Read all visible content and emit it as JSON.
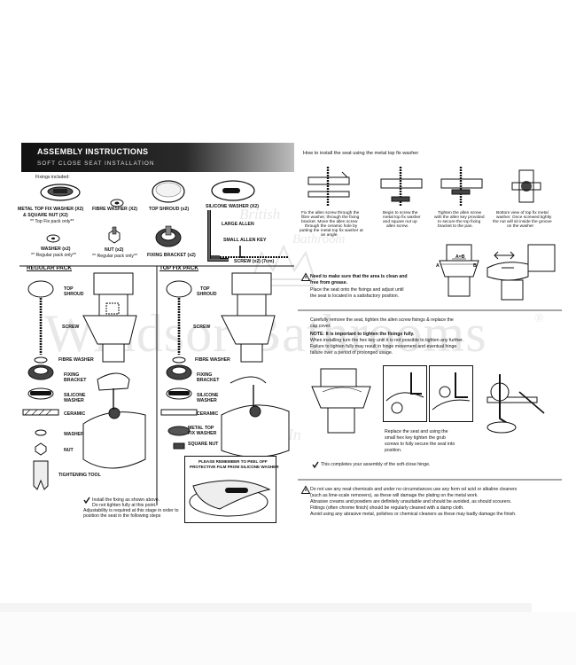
{
  "header": {
    "title": "ASSEMBLY INSTRUCTIONS",
    "subtitle": "SOFT CLOSE SEAT INSTALLATION"
  },
  "fittings": {
    "heading": "Fixings included:",
    "metal_top_fix_washer": "METAL TOP FIX WASHER (X2)",
    "square_nut": "& SQUARE NUT (X2)",
    "top_fix_note": "** Top Fix pack only**",
    "fibre_washer": "FIBRE WASHER (X2)",
    "top_shroud": "TOP SHROUD (x2)",
    "silicone_washer": "SILICONE WASHER (X2)",
    "washer": "WASHER (x2)",
    "regular_note_1": "** Regular pack only**",
    "nut": "NUT (x2)",
    "regular_note_2": "** Regular pack only**",
    "fixing_bracket": "FIXING BRACKET (x2)",
    "large_allen": "LARGE ALLEN",
    "small_allen": "SMALL ALLEN KEY",
    "screw": "SCREW (x2) (7cm)"
  },
  "regular_pack": {
    "heading": "REGULAR PACK",
    "top": "TOP",
    "shroud": "SHROUD",
    "screw": "SCREW",
    "fibre_washer": "FIBRE WASHER",
    "fixing": "FIXING",
    "bracket": "BRACKET",
    "silicone": "SILICONE",
    "washer_lbl": "WASHER",
    "ceramic": "CERAMIC",
    "washer": "WASHER",
    "nut": "NUT",
    "tightening_tool": "TIGHTENING TOOL"
  },
  "top_fix_pack": {
    "heading": "TOP FIX PACK",
    "top": "TOP",
    "shroud": "SHROUD",
    "screw": "SCREW",
    "fibre_washer": "FIBRE WASHER",
    "fixing": "FIXING",
    "bracket": "BRACKET",
    "silicone": "SILICONE",
    "washer_lbl": "WASHER",
    "ceramic": "CERAMIC",
    "metal_top": "METAL TOP",
    "fix_washer": "FIX WASHER",
    "square_nut": "SQUARE NUT"
  },
  "install_note": {
    "line1": "Install the fixing as shown above.",
    "line2": "Do not tighten fully at this point.",
    "line3": "Adjustability is required at this stage in order to",
    "line4": "position the seat in the following steps"
  },
  "film_note": {
    "line1": "PLEASE REMEMBER TO PEEL OFF",
    "line2": "PROTECTIVE FILM FROM SILICONE WASHER"
  },
  "right": {
    "how_to": "How to install the seat using the metal top fix washer",
    "step1": [
      "Fix the allen screw through the",
      "fibre washer, through the fixing",
      "bracket. Move the allen screw",
      "through the ceramic hole by",
      "putting the metal top fix washer at",
      "an angle."
    ],
    "step2": [
      "Begin to screw the",
      "metal top fix washer",
      "and square nut up",
      "allen screw."
    ],
    "step3": [
      "Tighten the allen screw",
      "with the allen key provided",
      "to secure the top fixing",
      "bracket to the pan."
    ],
    "step4": [
      "Bottom view of top fix metal",
      "washer. Once screwed tightly",
      "the nut will sit inside the groove",
      "on the washer"
    ],
    "dim_label": "A=B",
    "label_a": "A",
    "label_b": "B",
    "warn1": "Need to make sure that the area is clean and",
    "warn2": "free from grease.",
    "warn3": "Place the seat onto the fixings and adjust until",
    "warn4": "the seat is located in a satisfactory position.",
    "remove1": "Carefully remove the seat, tighten the allen screw fixings & replace the",
    "remove2": "cap cover.",
    "note1": "NOTE: It is important to tighten the fixings fully.",
    "note2": "When installing turn the hex key until it is not possible to tighten any further.",
    "note3": "Failure to tighten fully may result in hinge movement and eventual hinge",
    "note4": "failure over a period of prolonged usage.",
    "replace1": "Replace the seat and using the",
    "replace2": "small hex key tighten the grub",
    "replace3": "screws to fully secure the seat into",
    "replace4": "position.",
    "completes": "This completes your assembly of the soft-close hinge.",
    "care1": "Do not use any neat chemicals and under no circumstances use any form od acid or alkaline cleaners",
    "care2": "(such as lime-scale removers), as these will damage the plating on the metal work.",
    "care3": "Abrasive creams and powders are definitely unsuitable and should be avoided, as should scourers.",
    "care4": "Fittings (often chrome finish) should be regularly cleaned with a damp cloth.",
    "care5": "Avoid using any abrasive metal, polishes or chemical cleaners as these may badly damage the finish."
  },
  "watermark": {
    "main": "Windsor Bathrooms",
    "top": "British",
    "mid": "Bathroom",
    "bottom": "Washed In",
    "registered": "®"
  }
}
